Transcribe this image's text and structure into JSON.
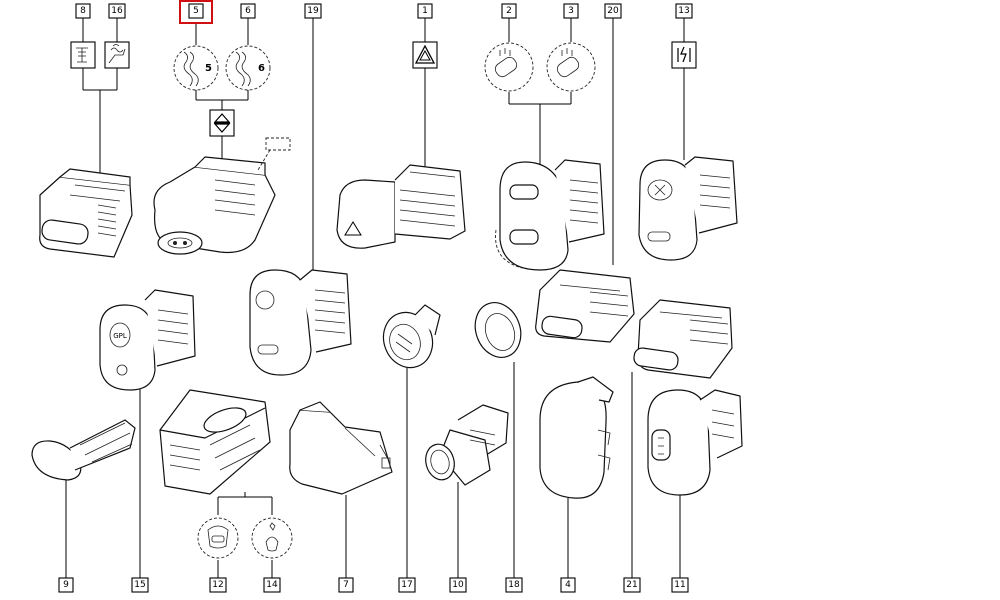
{
  "labels": [
    {
      "id": "8",
      "text": "8"
    },
    {
      "id": "16",
      "text": "16"
    },
    {
      "id": "5",
      "text": "5"
    },
    {
      "id": "6",
      "text": "6"
    },
    {
      "id": "19",
      "text": "19"
    },
    {
      "id": "1",
      "text": "1"
    },
    {
      "id": "2",
      "text": "2"
    },
    {
      "id": "3",
      "text": "3"
    },
    {
      "id": "20",
      "text": "20"
    },
    {
      "id": "13",
      "text": "13"
    },
    {
      "id": "9",
      "text": "9"
    },
    {
      "id": "15",
      "text": "15"
    },
    {
      "id": "12",
      "text": "12"
    },
    {
      "id": "14",
      "text": "14"
    },
    {
      "id": "7",
      "text": "7"
    },
    {
      "id": "17",
      "text": "17"
    },
    {
      "id": "10",
      "text": "10"
    },
    {
      "id": "18",
      "text": "18"
    },
    {
      "id": "4",
      "text": "4"
    },
    {
      "id": "21",
      "text": "21"
    },
    {
      "id": "11",
      "text": "11"
    }
  ],
  "detail_numbers": {
    "detail_5": "5",
    "detail_6": "6"
  },
  "highlighted_label": "5",
  "colors": {
    "lines": "#000000",
    "highlight": "#d01010",
    "label_text": "#000000",
    "background": "#ffffff"
  }
}
